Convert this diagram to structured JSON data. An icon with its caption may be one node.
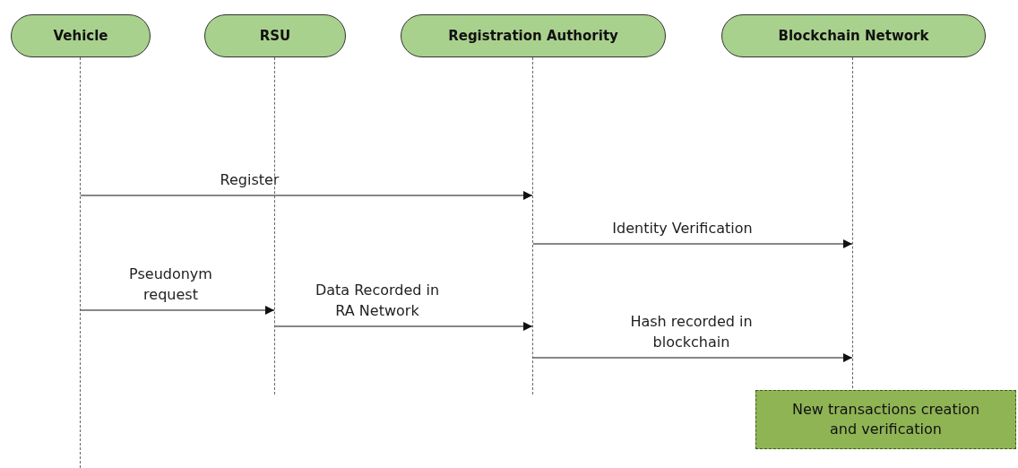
{
  "diagram": {
    "nodes": [
      {
        "text": [
          "Vehicle"
        ]
      },
      {
        "text": [
          "RSU"
        ]
      },
      {
        "text": [
          "Registration Authority"
        ]
      },
      {
        "text": [
          "Blockchain Network"
        ]
      },
      {
        "text": [
          "New transactions creation and verification"
        ]
      },
      {
        "text": [],
        "shape": "bar"
      },
      {
        "text": [],
        "shape": "bar"
      },
      {
        "text": [],
        "shape": "bar"
      },
      {
        "text": [],
        "shape": "bar"
      }
    ],
    "edges": [
      {
        "from": 5,
        "to": 7,
        "arrow": "to",
        "label": "Register"
      },
      {
        "from": 7,
        "to": 8,
        "arrow": "to",
        "label": "Identity Verification"
      },
      {
        "from": 5,
        "to": 6,
        "arrow": "to",
        "label": "Pseudonym request"
      },
      {
        "from": 6,
        "to": 7,
        "arrow": "to",
        "label": "Data Recorded in RA Network"
      },
      {
        "from": 7,
        "to": 8,
        "arrow": "to",
        "label": "Hash recorded in blockchain"
      }
    ]
  }
}
